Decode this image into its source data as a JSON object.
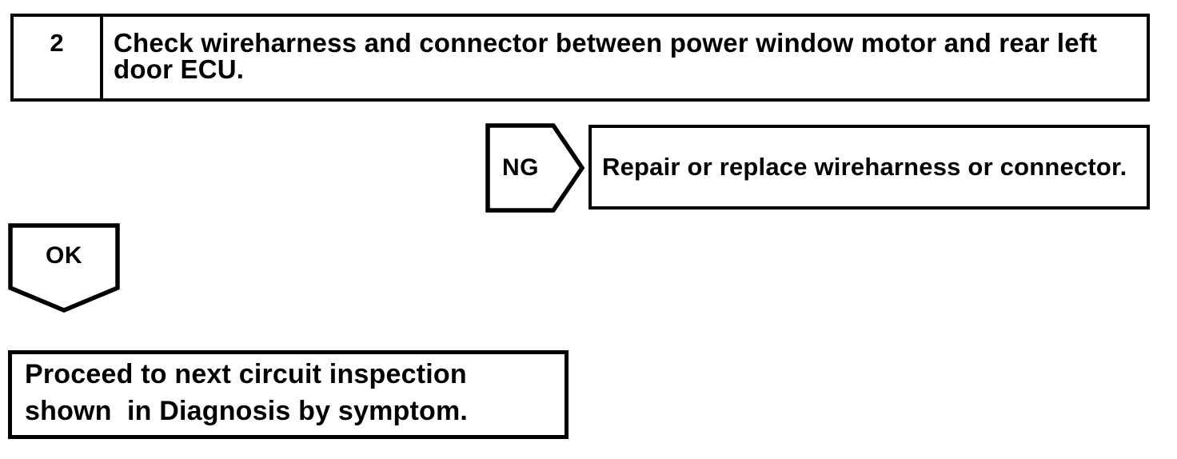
{
  "colors": {
    "ink": "#000000",
    "paper": "#ffffff"
  },
  "step_box": {
    "number": "2",
    "instruction_lines": [
      "Check wireharness and connector between power window motor and rear left",
      "door ECU."
    ]
  },
  "ng_branch": {
    "label": "NG",
    "action": "Repair or replace wireharness or connector."
  },
  "ok_branch": {
    "label": "OK"
  },
  "result_box": {
    "lines": [
      "Proceed to next circuit inspection",
      "shown  in Diagnosis by symptom."
    ]
  }
}
